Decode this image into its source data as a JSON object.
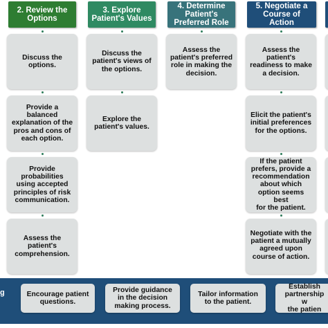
{
  "colors": {
    "step2": "#2e7d32",
    "step3": "#2f8a62",
    "step4": "#38737b",
    "step5": "#1f4e79",
    "card": "#dde0e0",
    "band": "#1f4e79",
    "connector": "#2e7d5b"
  },
  "headers": {
    "step2": "2. Review the\nOptions",
    "step3": "3. Explore\nPatient's Values",
    "step4": "4. Determine\nPatient's\nPreferred Role",
    "step5": "5. Negotiate a\nCourse of\nAction"
  },
  "review": [
    "Discuss the\noptions.",
    "Provide a\nbalanced\nexplanation of the\npros and cons of\neach option.",
    "Provide\nprobabilities\nusing accepted\nprinciples of risk\ncommunication.",
    "Assess the\npatient's\ncomprehension."
  ],
  "explore": [
    "Discuss the\npatient's views of\nthe options.",
    "Explore the\npatient's values."
  ],
  "determine": [
    "Assess the\npatient's preferred\nrole in making the\ndecision."
  ],
  "negotiate": [
    "Assess the\npatient's\nreadiness to make\na decision.",
    "Elicit the patient's\ninitial preferences\nfor the options.",
    "If the patient\nprefers, provide a\nrecommendation\nabout which\noption seems best\nfor the patient.",
    "Negotiate with the\npatient a mutually\nagreed upon\ncourse of action."
  ],
  "band": {
    "label": "g",
    "items": [
      "Encourage patient\nquestions.",
      "Provide guidance\nin the decision\nmaking process.",
      "Tailor information\nto the patient.",
      "Establish\npartnership w\nthe patien"
    ]
  }
}
